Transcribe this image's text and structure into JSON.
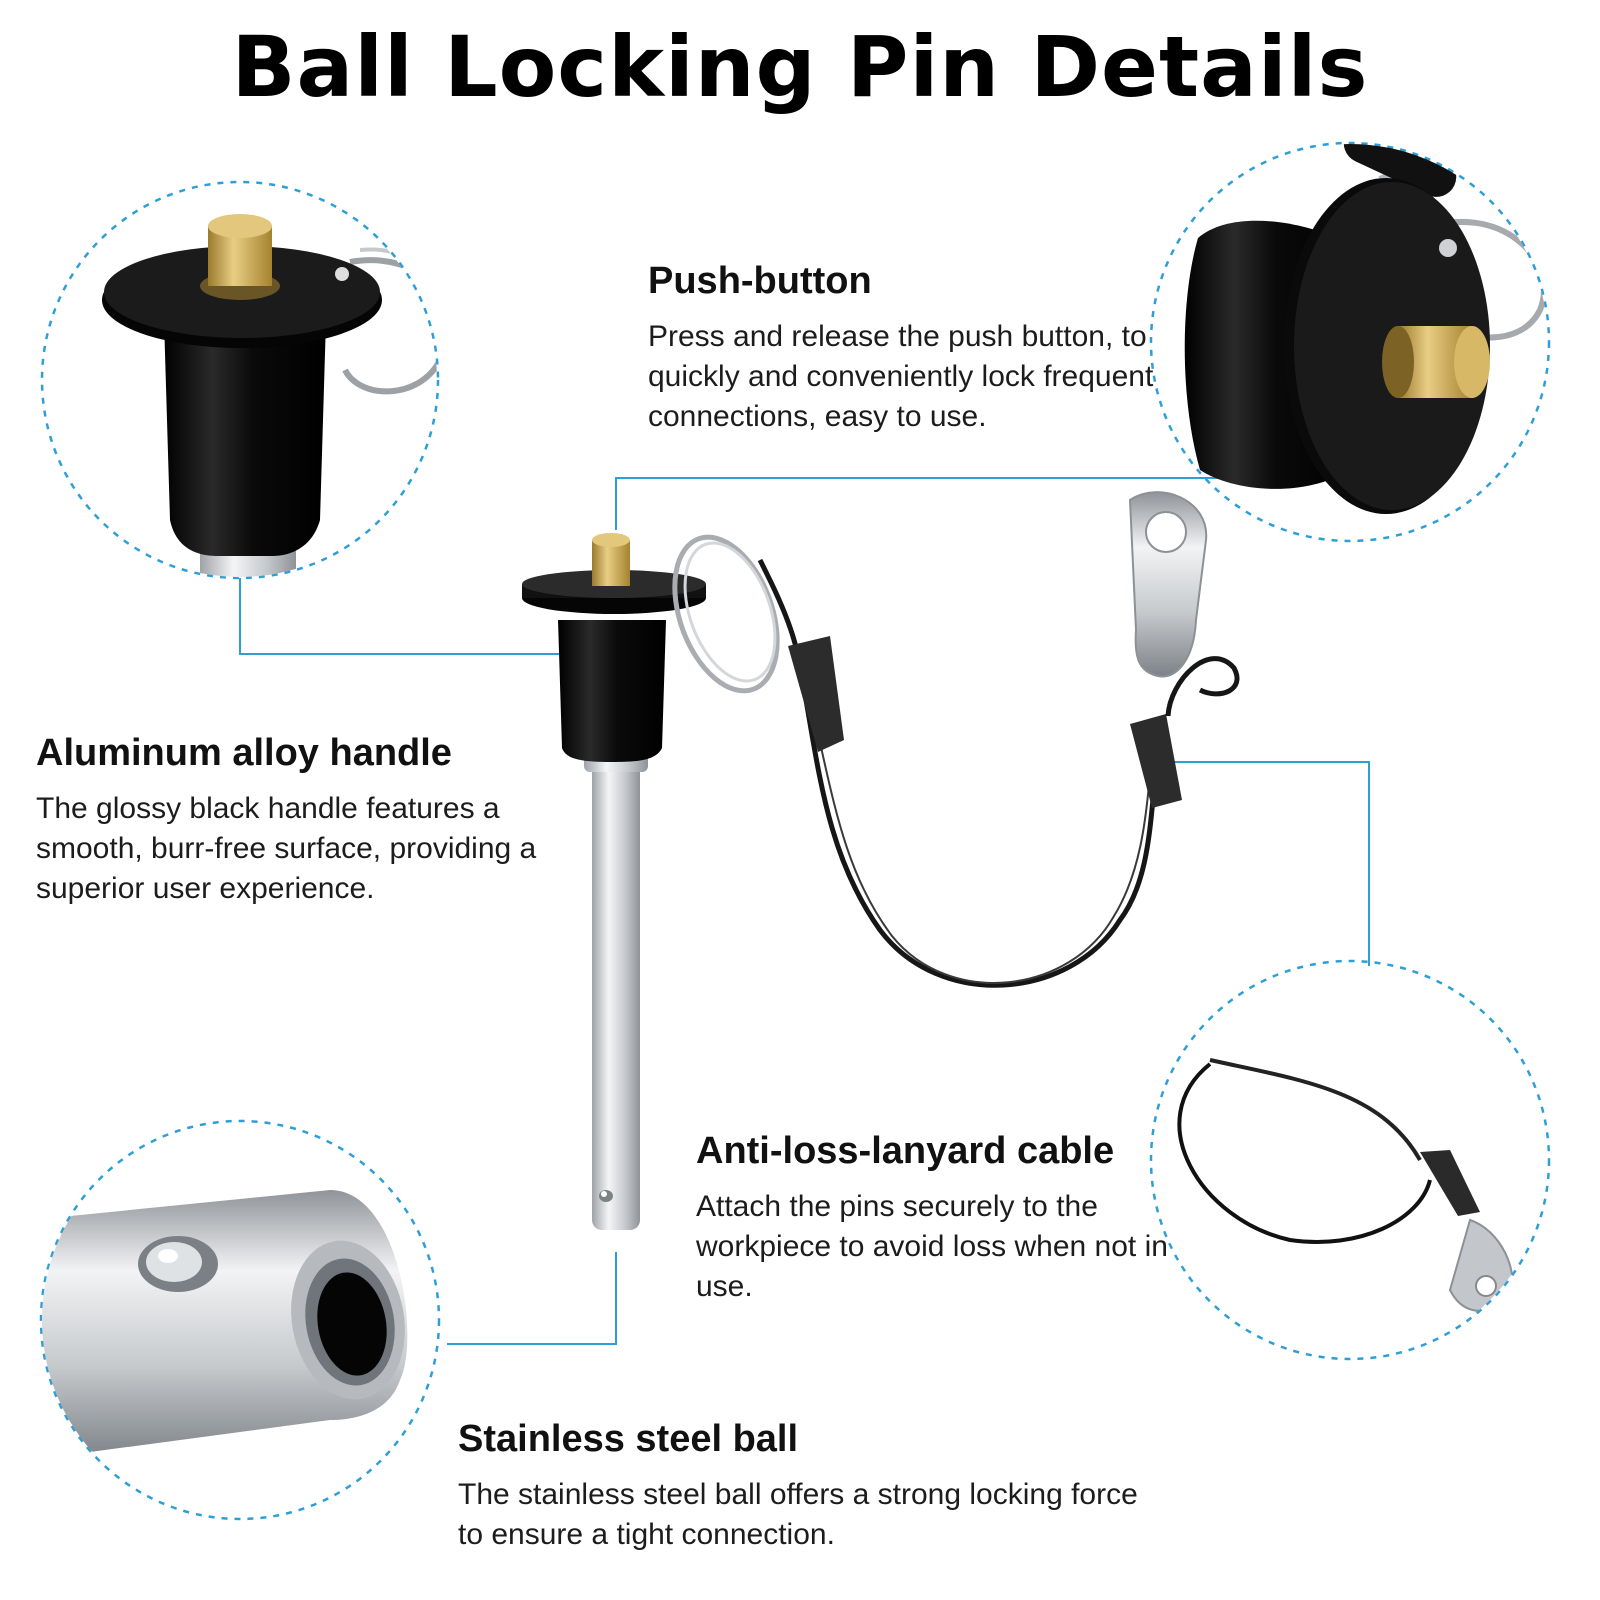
{
  "title": "Ball Locking Pin Details",
  "colors": {
    "accent_line": "#2e9fd6",
    "handle_black": "#0d0d0d",
    "brass": "#c9a24a",
    "steel": "#c9ccd0"
  },
  "features": {
    "push_button": {
      "heading": "Push-button",
      "description": "Press and release the push button, to quickly and conveniently lock frequent connections, easy to use."
    },
    "handle": {
      "heading": "Aluminum alloy handle",
      "description": "The glossy black handle features a smooth, burr-free surface, providing a superior user experience."
    },
    "lanyard": {
      "heading": "Anti-loss-lanyard cable",
      "description": "Attach the pins securely to the workpiece to avoid loss when not in use."
    },
    "ball": {
      "heading": "Stainless steel ball",
      "description": "The stainless steel ball offers a strong locking force to ensure a tight connection."
    }
  }
}
